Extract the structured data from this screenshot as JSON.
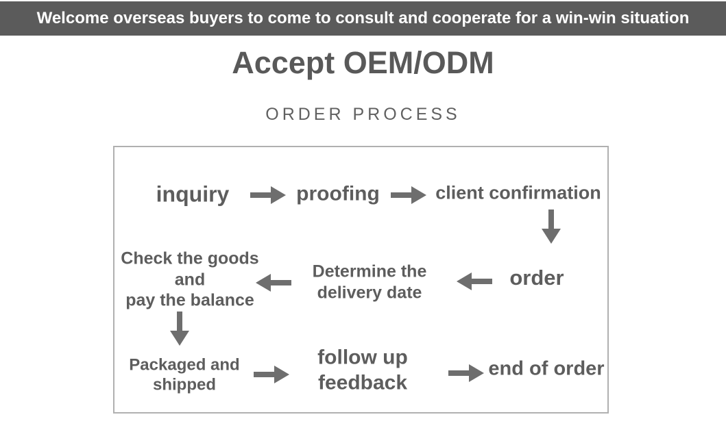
{
  "banner": {
    "text": "Welcome overseas buyers to come to consult and cooperate for a win-win situation"
  },
  "title": {
    "text": "Accept OEM/ODM"
  },
  "subtitle": {
    "text": "ORDER PROCESS"
  },
  "flow": {
    "row1": {
      "step1": "inquiry",
      "step2": "proofing",
      "step3": "client confirmation"
    },
    "row2": {
      "step1": "Check the goods\nand\npay the balance",
      "step2": "Determine the\ndelivery date",
      "step3": "order"
    },
    "row3": {
      "step1": "Packaged and\nshipped",
      "step2": "follow up\nfeedback",
      "step3": "end of order"
    }
  },
  "icons": {
    "arrow_right": "arrow-right-icon",
    "arrow_left": "arrow-left-icon",
    "arrow_down": "arrow-down-icon"
  },
  "colors": {
    "banner_bg": "#5b5b5b",
    "banner_fg": "#ffffff",
    "title_color": "#595959",
    "subtitle_color": "#606060",
    "text_color": "#5d5d5d",
    "arrow_color": "#6e6e6e",
    "border_color": "#b0b0b0"
  }
}
